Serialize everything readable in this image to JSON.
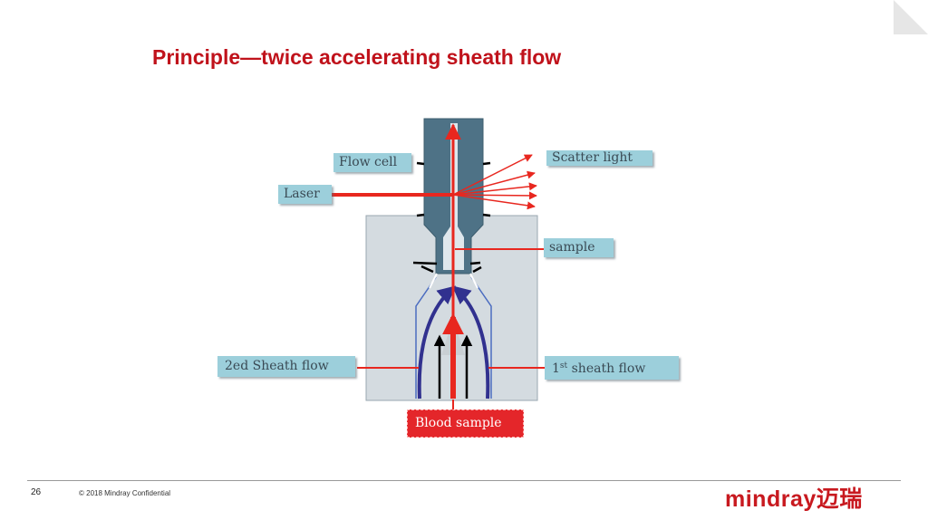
{
  "slide": {
    "title": "Principle—twice accelerating sheath flow",
    "page_number": "26",
    "copyright": "© 2018 Mindray Confidential",
    "brand": "mindray迈瑞"
  },
  "diagram": {
    "labels": {
      "flow_cell": "Flow cell",
      "laser": "Laser",
      "scatter_light": "Scatter light",
      "sample": "sample",
      "second_sheath_flow": "2ed Sheath flow",
      "first_sheath_prefix": "1",
      "first_sheath_sup": "st",
      "first_sheath_suffix": " sheath flow",
      "blood_sample": "Blood sample"
    },
    "colors": {
      "title_red": "#c0121b",
      "laser_red": "#e8271f",
      "flow_cell_blue": "#4e7286",
      "chamber_gray": "#d4dbe0",
      "sheath_arrow_navy": "#31318f",
      "label_teal": "#9ccfdb",
      "brand_red": "#c8191f"
    }
  }
}
